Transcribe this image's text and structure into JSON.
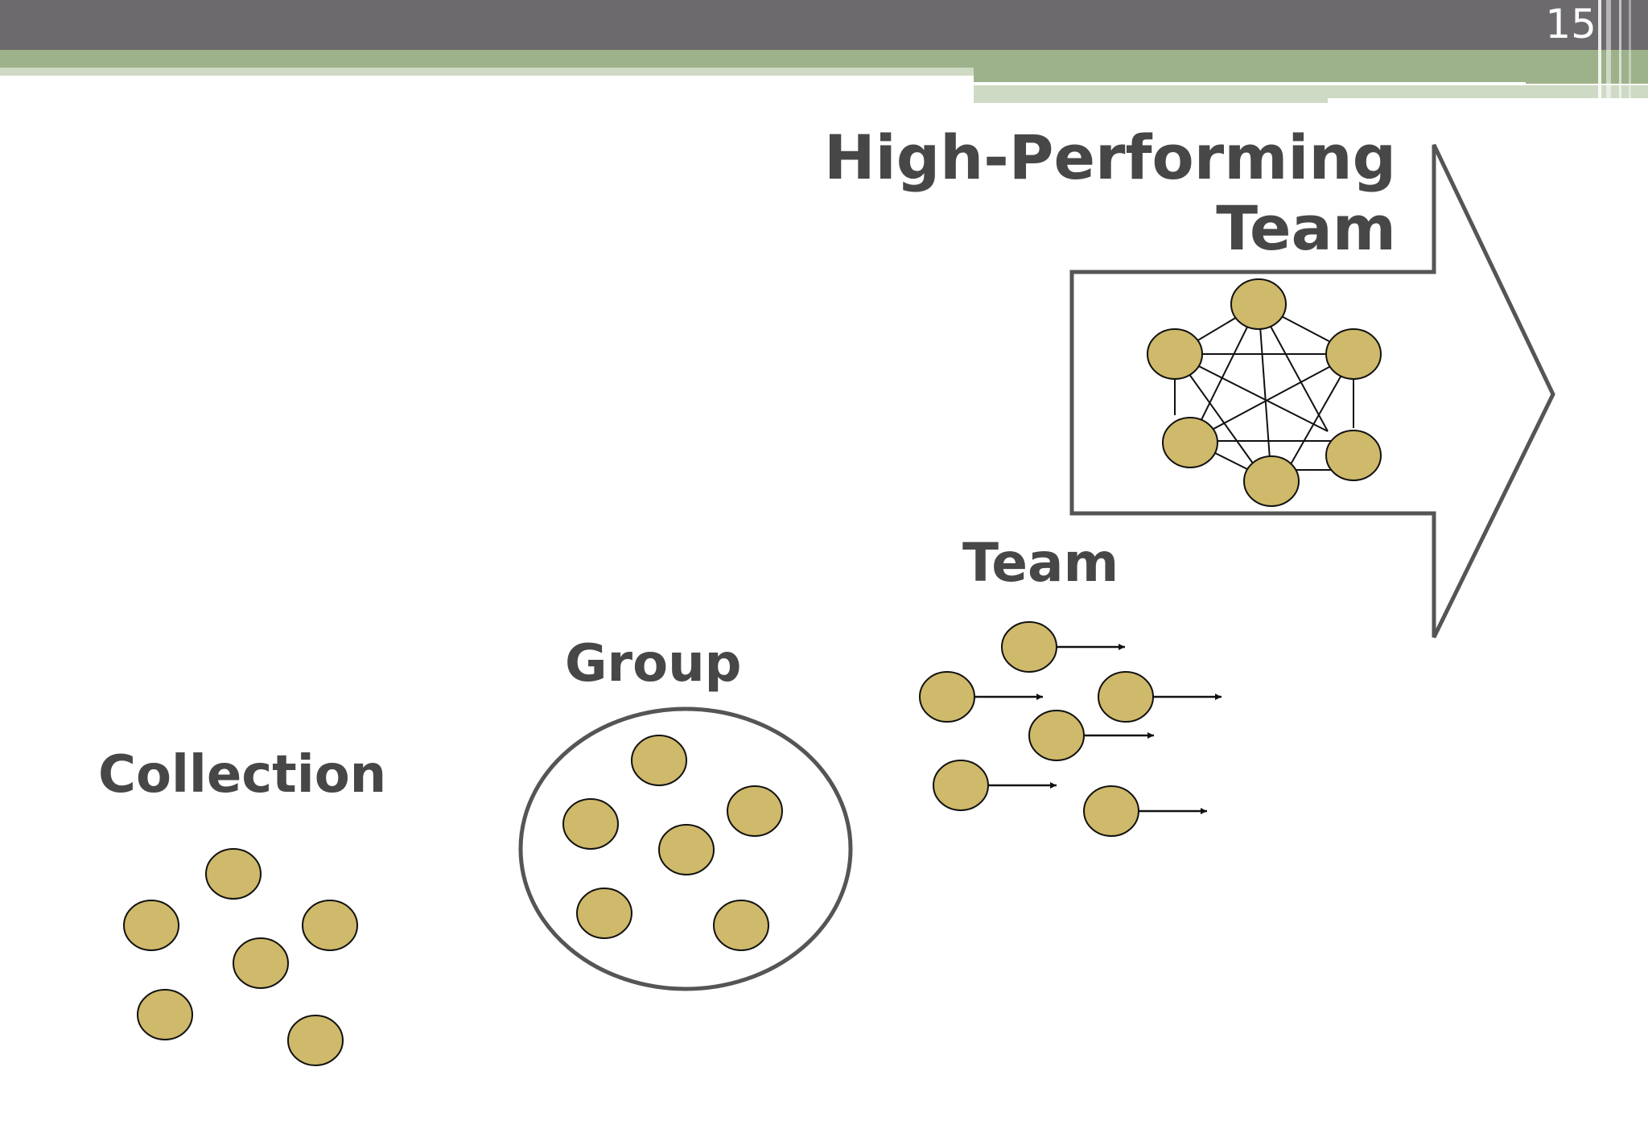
{
  "slide": {
    "page_number": "15",
    "colors": {
      "header_bar": "#6c6a6d",
      "accent_green": "#9db28a",
      "accent_light_green": "#cfdac4",
      "circle_fill": "#cfb96a",
      "outline": "#4d4d4d",
      "text": "#474747"
    }
  },
  "stages": {
    "collection": {
      "label": "Collection"
    },
    "group": {
      "label": "Group"
    },
    "team": {
      "label": "Team"
    },
    "high_performing": {
      "label_line1": "High-Performing",
      "label_line2": "Team"
    }
  }
}
